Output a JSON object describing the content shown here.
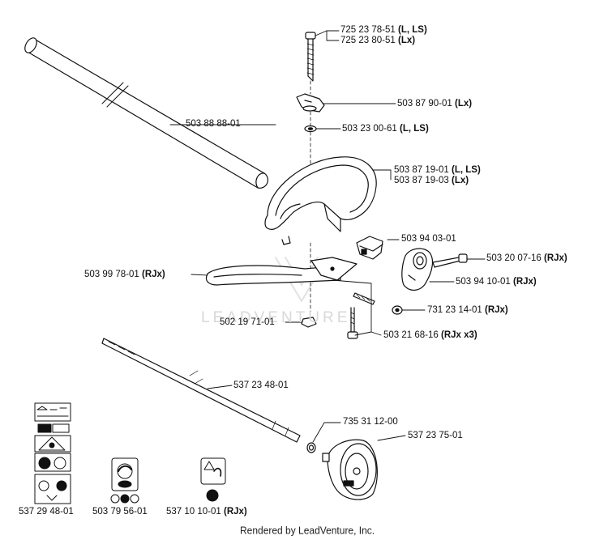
{
  "watermark": "LEADVENTURE",
  "footer": "Rendered by LeadVenture, Inc.",
  "parts": [
    {
      "id": "screw_top_a",
      "number": "725 23 78-51",
      "qualifier": "(L, LS)"
    },
    {
      "id": "screw_top_b",
      "number": "725 23 80-51",
      "qualifier": "(Lx)"
    },
    {
      "id": "knob",
      "number": "503 87 90-01",
      "qualifier": "(Lx)"
    },
    {
      "id": "washer",
      "number": "503 23 00-61",
      "qualifier": "(L, LS)"
    },
    {
      "id": "shaft_tube",
      "number": "503 88 88-01",
      "qualifier": ""
    },
    {
      "id": "handle_a",
      "number": "503 87 19-01",
      "qualifier": "(L, LS)"
    },
    {
      "id": "handle_b",
      "number": "503 87 19-03",
      "qualifier": "(Lx)"
    },
    {
      "id": "clamp_block",
      "number": "503 94 03-01",
      "qualifier": ""
    },
    {
      "id": "bolt_right",
      "number": "503 20 07-16",
      "qualifier": "(RJx)"
    },
    {
      "id": "guard_handle",
      "number": "503 99 78-01",
      "qualifier": "(RJx)"
    },
    {
      "id": "bracket",
      "number": "503 94 10-01",
      "qualifier": "(RJx)"
    },
    {
      "id": "small_washer",
      "number": "731 23 14-01",
      "qualifier": "(RJx)"
    },
    {
      "id": "nut",
      "number": "502 19 71-01",
      "qualifier": ""
    },
    {
      "id": "screws_x3",
      "number": "503 21 68-16",
      "qualifier": "(RJx x3)"
    },
    {
      "id": "drive_shaft",
      "number": "537 23 48-01",
      "qualifier": ""
    },
    {
      "id": "oring",
      "number": "735 31 12-00",
      "qualifier": ""
    },
    {
      "id": "drum",
      "number": "537 23 75-01",
      "qualifier": ""
    },
    {
      "id": "decal_set",
      "number": "537 29 48-01",
      "qualifier": ""
    },
    {
      "id": "decal_spool",
      "number": "503 79 56-01",
      "qualifier": ""
    },
    {
      "id": "decal_warning",
      "number": "537 10 10-01",
      "qualifier": "(RJx)"
    }
  ]
}
